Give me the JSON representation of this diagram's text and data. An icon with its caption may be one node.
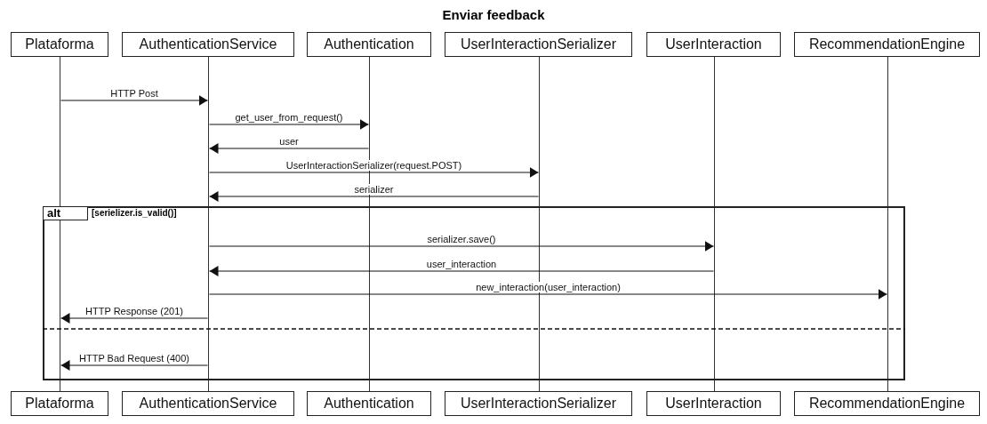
{
  "diagram": {
    "title": "Enviar feedback",
    "nodes": [
      {
        "text": [
          "Plataforma"
        ]
      },
      {
        "text": [
          "AuthenticationService"
        ]
      },
      {
        "text": [
          "Authentication"
        ]
      },
      {
        "text": [
          "UserInteractionSerializer"
        ]
      },
      {
        "text": [
          "UserInteraction"
        ]
      },
      {
        "text": [
          "RecommendationEngine"
        ]
      },
      {
        "text": [],
        "shape": "line"
      },
      {
        "text": [],
        "shape": "line"
      },
      {
        "text": [],
        "shape": "line"
      },
      {
        "text": [],
        "shape": "line"
      },
      {
        "text": [],
        "shape": "line"
      },
      {
        "text": [],
        "shape": "line"
      },
      {
        "text": [
          "Plataforma"
        ]
      },
      {
        "text": [
          "AuthenticationService"
        ]
      },
      {
        "text": [
          "Authentication"
        ]
      },
      {
        "text": [
          "UserInteractionSerializer"
        ]
      },
      {
        "text": [
          "UserInteraction"
        ]
      },
      {
        "text": [
          "RecommendationEngine"
        ]
      },
      {
        "text": [
          "alt",
          "[serielizer.is_valid()]"
        ]
      }
    ],
    "edges": [
      {
        "from": 6,
        "to": 7,
        "arrow": "to",
        "label": "HTTP Post"
      },
      {
        "from": 7,
        "to": 8,
        "arrow": "to",
        "label": "get_user_from_request()"
      },
      {
        "from": 8,
        "to": 7,
        "arrow": "to",
        "label": "user"
      },
      {
        "from": 7,
        "to": 9,
        "arrow": "to",
        "label": "UserInteractionSerializer(request.POST)"
      },
      {
        "from": 9,
        "to": 7,
        "arrow": "to",
        "label": "serializer"
      },
      {
        "from": 7,
        "to": 10,
        "arrow": "to",
        "label": "serializer.save()"
      },
      {
        "from": 10,
        "to": 7,
        "arrow": "to",
        "label": "user_interaction"
      },
      {
        "from": 7,
        "to": 11,
        "arrow": "to",
        "label": "new_interaction(user_interaction)"
      },
      {
        "from": 7,
        "to": 6,
        "arrow": "to",
        "label": "HTTP Response (201)"
      },
      {
        "from": 7,
        "to": 6,
        "arrow": "to",
        "label": "HTTP Bad Request (400)"
      }
    ]
  }
}
